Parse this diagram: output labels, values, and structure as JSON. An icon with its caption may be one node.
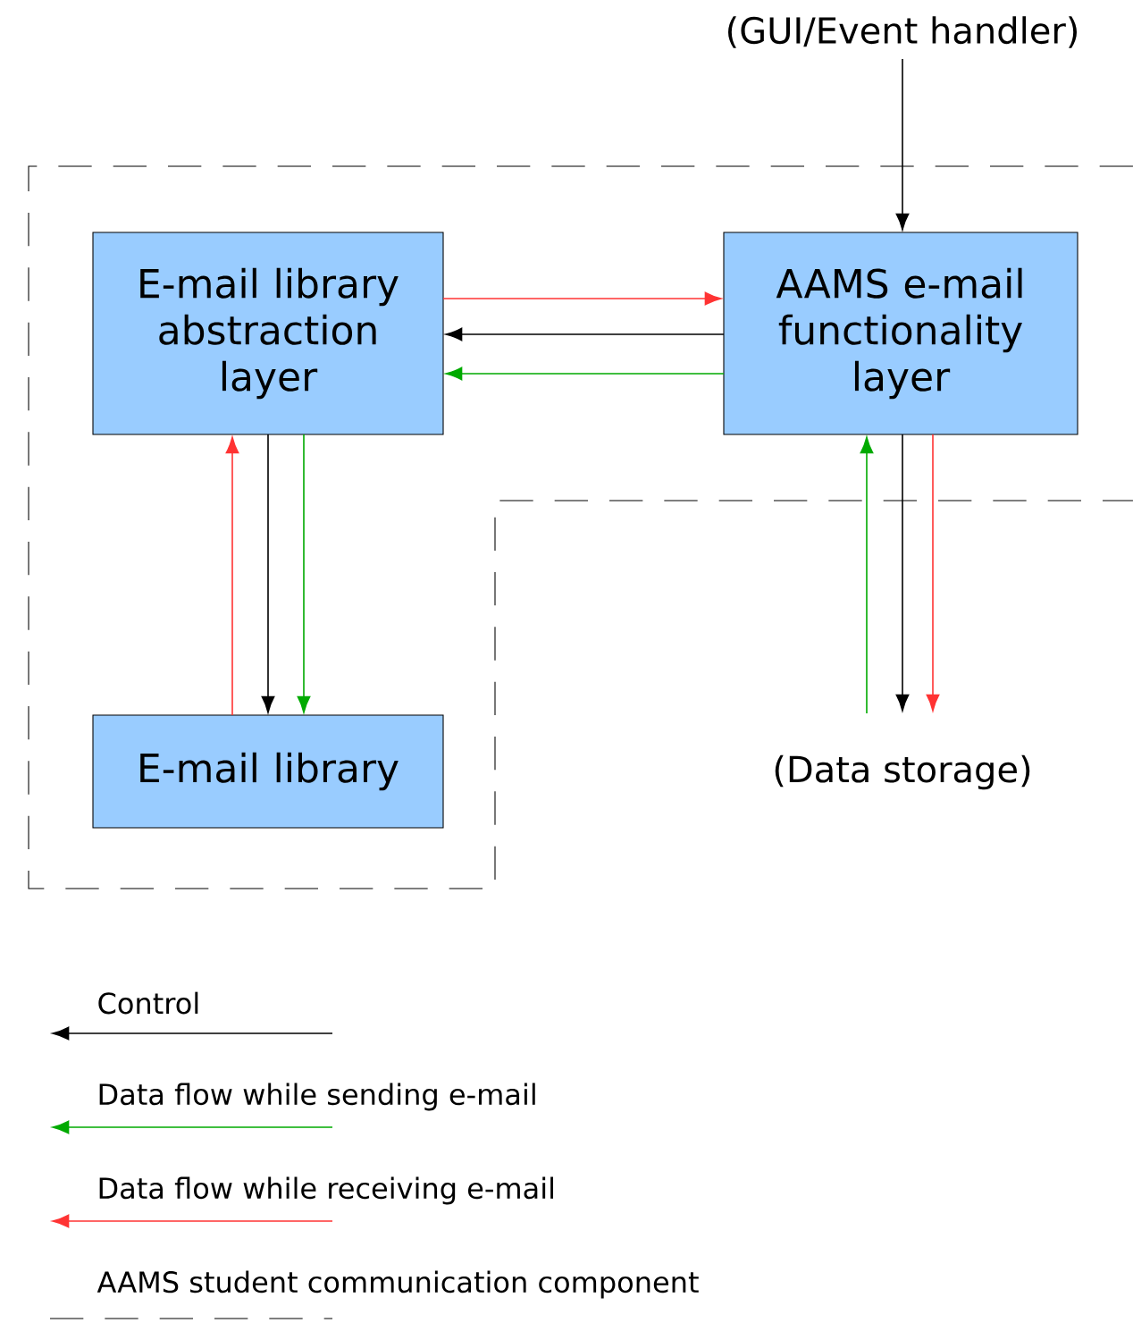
{
  "diagram": {
    "nodes": [
      {
        "text": [
          "E-mail library abstraction layer"
        ]
      },
      {
        "text": [
          "AAMS e-mail functionality layer"
        ]
      },
      {
        "text": [
          "E-mail library"
        ]
      },
      {
        "text": [
          "(GUI/Event handler)"
        ]
      },
      {
        "text": [
          "(Data storage)"
        ]
      }
    ],
    "edges": [
      {
        "from": 0,
        "to": 1,
        "arrow": "to",
        "color": "#ff3333"
      },
      {
        "from": 1,
        "to": 0,
        "arrow": "to"
      },
      {
        "from": 1,
        "to": 0,
        "arrow": "to",
        "color": "#00aa00"
      },
      {
        "from": 2,
        "to": 0,
        "arrow": "to",
        "color": "#ff3333"
      },
      {
        "from": 0,
        "to": 2,
        "arrow": "to"
      },
      {
        "from": 0,
        "to": 2,
        "arrow": "to",
        "color": "#00aa00"
      },
      {
        "from": 3,
        "to": 1,
        "arrow": "to"
      },
      {
        "from": 4,
        "to": 1,
        "arrow": "to",
        "color": "#00aa00"
      },
      {
        "from": 1,
        "to": 4,
        "arrow": "to"
      },
      {
        "from": 1,
        "to": 4,
        "arrow": "to",
        "color": "#ff3333"
      }
    ],
    "legend": [
      {
        "text": "Control"
      },
      {
        "text": "Data flow while sending e-mail"
      },
      {
        "text": "Data flow while receiving e-mail"
      },
      {
        "text": "AAMS student communication component"
      }
    ]
  }
}
